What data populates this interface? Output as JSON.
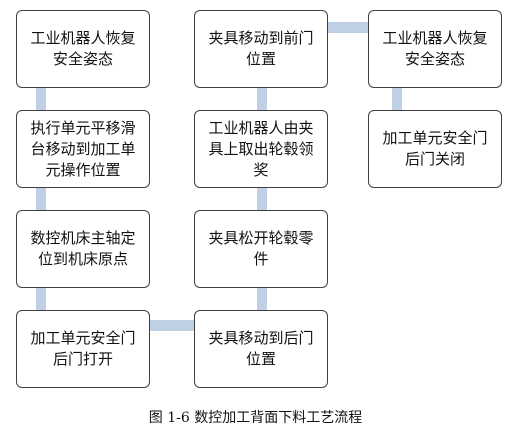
{
  "diagram": {
    "nodes": {
      "col1_1": "工业机器人恢复安全姿态",
      "col1_2": "执行单元平移滑台移动到加工单元操作位置",
      "col1_3": "数控机床主轴定位到机床原点",
      "col1_4": "加工单元安全门后门打开",
      "col2_4": "夹具移动到后门位置",
      "col2_3": "夹具松开轮毂零件",
      "col2_2": "工业机器人由夹具上取出轮毂领奖",
      "col2_1": "夹具移动到前门位置",
      "col3_1": "工业机器人恢复安全姿态",
      "col3_2": "加工单元安全门后门关闭"
    },
    "connector_color": "#bfd0e5"
  },
  "caption": "图 1-6 数控加工背面下料工艺流程"
}
